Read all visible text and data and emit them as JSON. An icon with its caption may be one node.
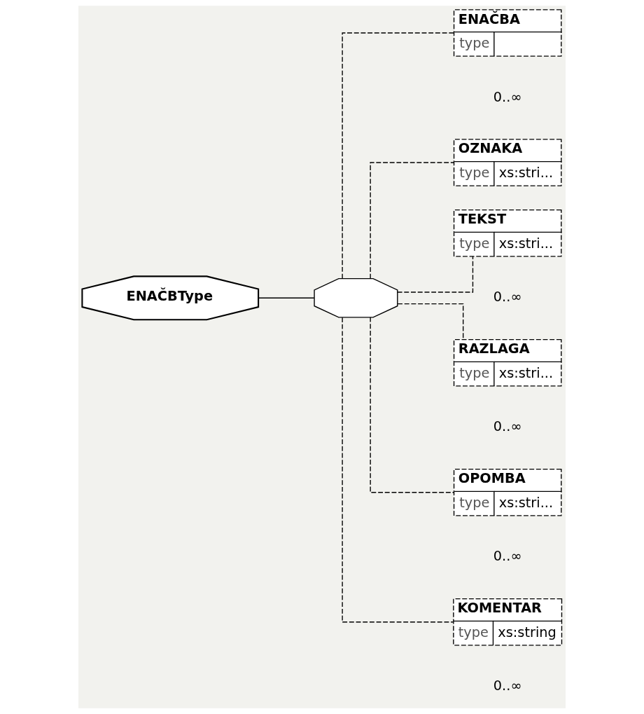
{
  "diagram": {
    "nodes": [
      {
        "text": [
          "ENAČBType"
        ]
      },
      {
        "text": [],
        "shape": "octagon"
      },
      {
        "text": [
          "ENAČBA",
          "type"
        ],
        "beside": [
          "0..∞"
        ]
      },
      {
        "text": [
          "OZNAKA",
          "type",
          "xs:stri..."
        ]
      },
      {
        "text": [
          "TEKST",
          "type",
          "xs:stri..."
        ],
        "beside": [
          "0..∞"
        ]
      },
      {
        "text": [
          "RAZLAGA",
          "type",
          "xs:stri..."
        ],
        "beside": [
          "0..∞"
        ]
      },
      {
        "text": [
          "OPOMBA",
          "type",
          "xs:stri..."
        ],
        "beside": [
          "0..∞"
        ]
      },
      {
        "text": [
          "KOMENTAR",
          "type",
          "xs:string"
        ],
        "beside": [
          "0..∞"
        ]
      }
    ],
    "edges": [
      {
        "from": 0,
        "to": 1,
        "arrow": "none"
      },
      {
        "from": 1,
        "to": 2,
        "arrow": "none",
        "style": "dashed"
      },
      {
        "from": 1,
        "to": 3,
        "arrow": "none",
        "style": "dashed"
      },
      {
        "from": 1,
        "to": 4,
        "arrow": "none",
        "style": "dashed"
      },
      {
        "from": 1,
        "to": 5,
        "arrow": "none",
        "style": "dashed"
      },
      {
        "from": 1,
        "to": 6,
        "arrow": "none",
        "style": "dashed"
      },
      {
        "from": 1,
        "to": 7,
        "arrow": "none",
        "style": "dashed"
      }
    ]
  }
}
